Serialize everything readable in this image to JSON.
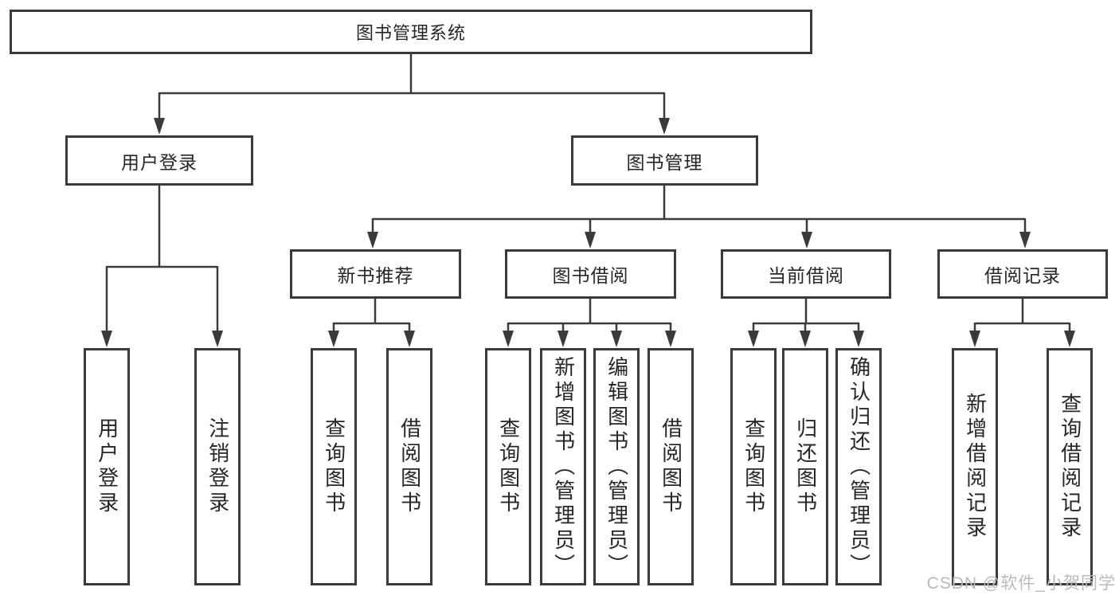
{
  "diagram": {
    "root": {
      "label": "图书管理系统"
    },
    "level2": [
      {
        "id": "user-login",
        "label": "用户登录"
      },
      {
        "id": "book-management",
        "label": "图书管理"
      }
    ],
    "level3": [
      {
        "id": "new-book-recommendation",
        "label": "新书推荐"
      },
      {
        "id": "book-borrowing",
        "label": "图书借阅"
      },
      {
        "id": "current-borrowing",
        "label": "当前借阅"
      },
      {
        "id": "borrowing-records",
        "label": "借阅记录"
      }
    ],
    "level4": [
      {
        "parent": "user-login",
        "label": "用户登录"
      },
      {
        "parent": "user-login",
        "label": "注销登录"
      },
      {
        "parent": "new-book-recommendation",
        "label": "查询图书"
      },
      {
        "parent": "new-book-recommendation",
        "label": "借阅图书"
      },
      {
        "parent": "book-borrowing",
        "label": "查询图书"
      },
      {
        "parent": "book-borrowing",
        "label": "新增图书（管理员）"
      },
      {
        "parent": "book-borrowing",
        "label": "编辑图书（管理员）"
      },
      {
        "parent": "book-borrowing",
        "label": "借阅图书"
      },
      {
        "parent": "current-borrowing",
        "label": "查询图书"
      },
      {
        "parent": "current-borrowing",
        "label": "归还图书"
      },
      {
        "parent": "current-borrowing",
        "label": "确认归还（管理员）"
      },
      {
        "parent": "borrowing-records",
        "label": "新增借阅记录"
      },
      {
        "parent": "borrowing-records",
        "label": "查询借阅记录"
      }
    ],
    "watermark": "CSDN @软件_小贺同学",
    "colors": {
      "line": "#3a3a3a",
      "text": "#262626",
      "watermark": "#b9b9b9",
      "background": "#ffffff"
    }
  }
}
